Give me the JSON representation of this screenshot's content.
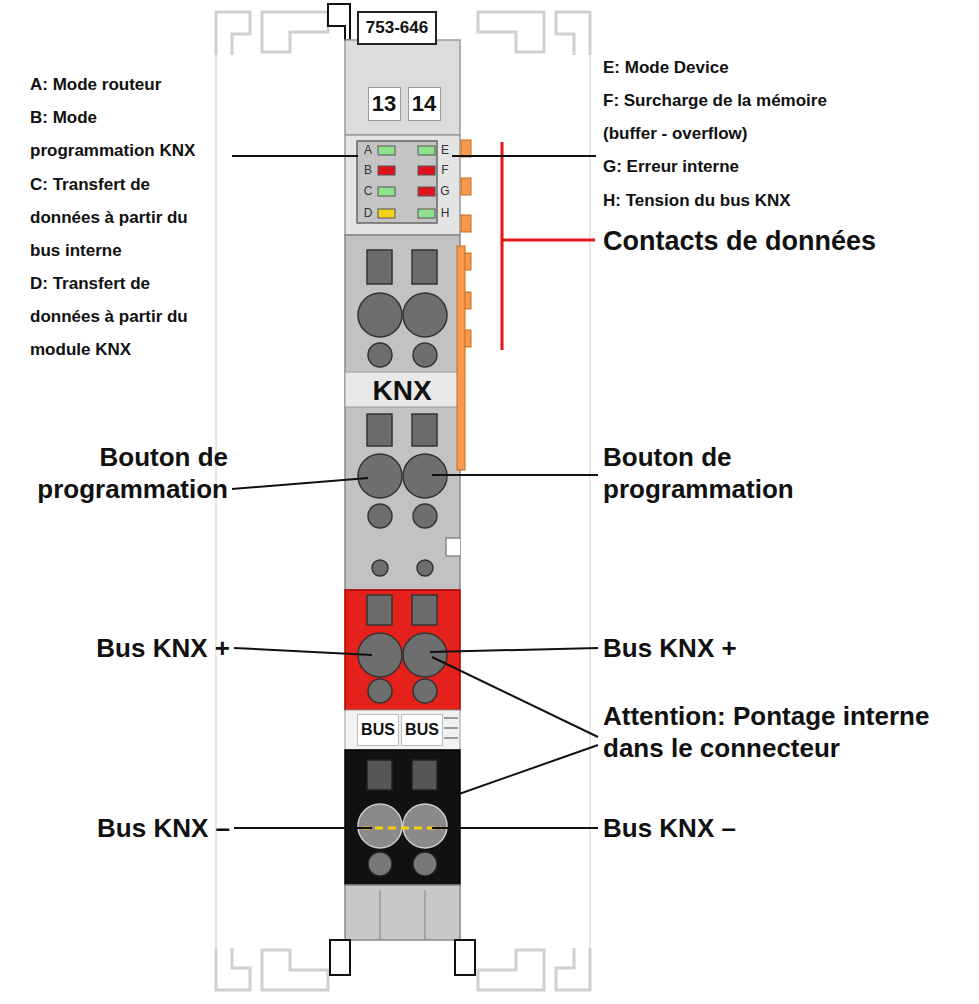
{
  "diagram": {
    "nodes": [
      {
        "text": [
          "753-646"
        ]
      },
      {
        "text": [
          "13"
        ]
      },
      {
        "text": [
          "14"
        ]
      },
      {
        "text": [
          "BUS"
        ]
      },
      {
        "text": [
          "BUS"
        ]
      }
    ],
    "labels": [
      "A: Mode routeur",
      "B: Mode programmation KNX",
      "C: Transfert de données à partir du bus interne",
      "D: Transfert de données à partir du module KNX",
      "E: Mode Device",
      "F: Surcharge de la mémoire (buffer - overflow)",
      "G: Erreur interne",
      "H: Tension du bus KNX",
      "Contacts de données",
      "Bouton de programmation",
      "Bouton de programmation",
      "Bus KNX +",
      "Bus KNX +",
      "Attention: Pontage interne dans le connecteur",
      "Bus KNX –",
      "Bus KNX –",
      "KNX",
      "A",
      "B",
      "C",
      "D",
      "E",
      "F",
      "G",
      "H"
    ]
  }
}
